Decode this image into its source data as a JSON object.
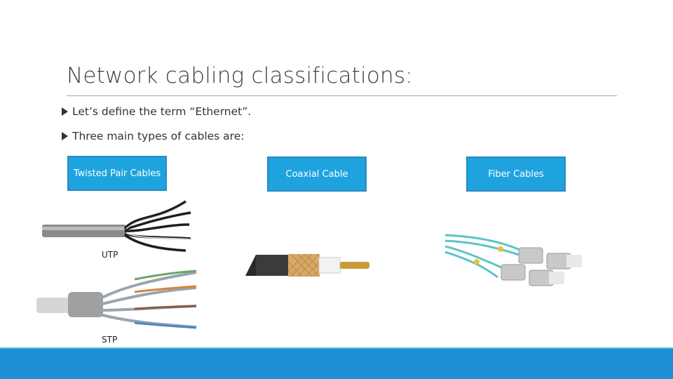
{
  "slide": {
    "title": "Network cabling classifications:",
    "bullets": [
      "Let’s define the term “Ethernet”.",
      "Three main types of cables are:"
    ]
  },
  "cable_types": [
    {
      "label": "Twisted Pair Cables"
    },
    {
      "label": "Coaxial Cable"
    },
    {
      "label": "Fiber Cables"
    }
  ],
  "captions": {
    "utp": "UTP",
    "stp": "STP"
  },
  "colors": {
    "box_fill": "#1fa3df",
    "box_border": "#2a89bf",
    "footer": "#1d8fd2"
  }
}
